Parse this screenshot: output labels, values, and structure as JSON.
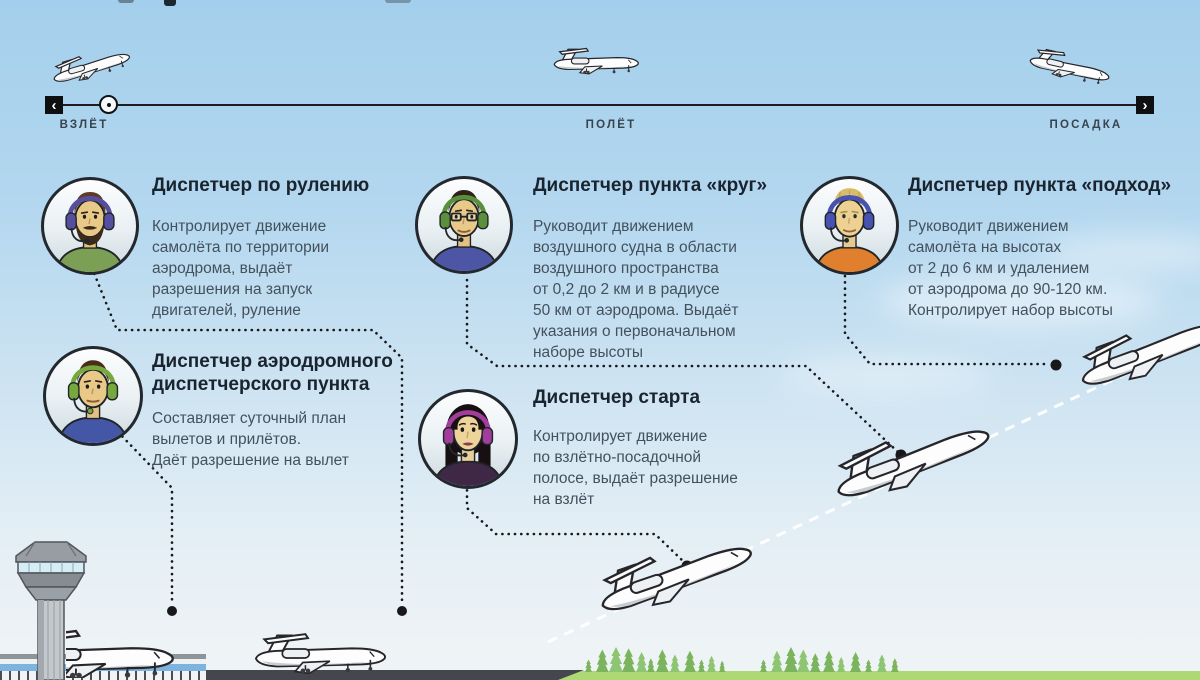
{
  "timeline": {
    "prev_glyph": "‹",
    "next_glyph": "›",
    "labels": {
      "takeoff": "ВЗЛЁТ",
      "flight": "ПОЛЁТ",
      "landing": "ПОСАДКА"
    }
  },
  "cards": [
    {
      "avatar": "bearded-man-green-shirt-headset",
      "title": "Диспетчер по рулению",
      "body": "Контролирует движение\nсамолёта по территории\nаэродрома, выдаёт\nразрешения на запуск\nдвигателей, руление"
    },
    {
      "avatar": "man-glasses-green-headset",
      "title": "Диспетчер пункта «круг»",
      "body": "Руководит движением\nвоздушного судна в области\nвоздушного пространства\nот 0,2 до 2 км и в радиусе\n50 км от аэродрома. Выдаёт\nуказания о первоначальном\nнаборе высоты"
    },
    {
      "avatar": "blond-man-orange-shirt-headset",
      "title": "Диспетчер пункта «подход»",
      "body": "Руководит движением\nсамолёта на высотах\nот 2 до 6 км и удалением\nот аэродрома до 90-120 км.\nКонтролирует набор высоты"
    },
    {
      "avatar": "man-blue-shirt-green-headset",
      "title": "Диспетчер аэродромного\nдиспетчерского пункта",
      "body": "Составляет суточный план\nвылетов и прилётов.\nДаёт разрешение на вылет"
    },
    {
      "avatar": "woman-dark-hair-magenta-headset",
      "title": "Диспетчер старта",
      "body": "Контролирует движение\nпо взлётно-посадочной\nполосе, выдаёт разрешение\nна взлёт"
    }
  ],
  "colors": {
    "sky_top": "#a4cfec",
    "sky_bottom": "#eef3f6",
    "runway": "#46464e",
    "grass": "#aed873",
    "trees": "#7cb45d",
    "terminal_stripe": "#7db3de",
    "connector_line": "#17181a",
    "flight_path": "#ffffff",
    "title_text": "#1a242e",
    "body_text": "#43515d",
    "timeline_text": "#37434d"
  }
}
